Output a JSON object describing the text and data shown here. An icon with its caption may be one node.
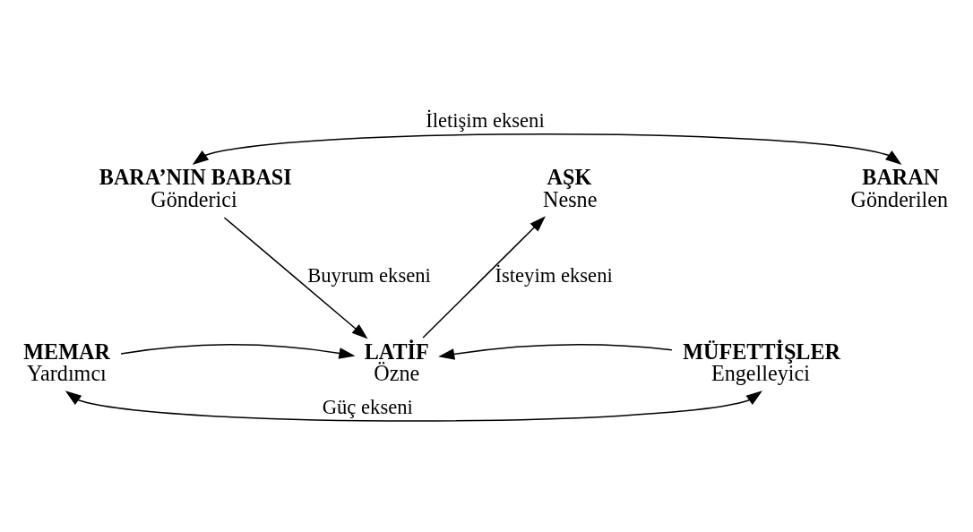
{
  "diagram": {
    "nodes": [
      {
        "text": [
          "BARA’NIN BABASI",
          "Gönderici"
        ]
      },
      {
        "text": [
          "AŞK",
          "Nesne"
        ]
      },
      {
        "text": [
          "BARAN",
          "Gönderilen"
        ]
      },
      {
        "text": [
          "LATİF",
          "Özne"
        ]
      },
      {
        "text": [
          "MEMAR",
          "Yardımcı"
        ]
      },
      {
        "text": [
          "MÜFETTİŞLER",
          "Engelleyici"
        ]
      }
    ],
    "edges": [
      {
        "from": 0,
        "to": 2,
        "arrow": "both",
        "label": "İletişim ekseni"
      },
      {
        "from": 0,
        "to": 3,
        "arrow": "to",
        "label": "Buyrum ekseni"
      },
      {
        "from": 3,
        "to": 1,
        "arrow": "to",
        "label": "İsteyim ekseni"
      },
      {
        "from": 4,
        "to": 3,
        "arrow": "to"
      },
      {
        "from": 5,
        "to": 3,
        "arrow": "to"
      },
      {
        "from": 4,
        "to": 5,
        "arrow": "both",
        "label": "Güç ekseni"
      }
    ]
  }
}
